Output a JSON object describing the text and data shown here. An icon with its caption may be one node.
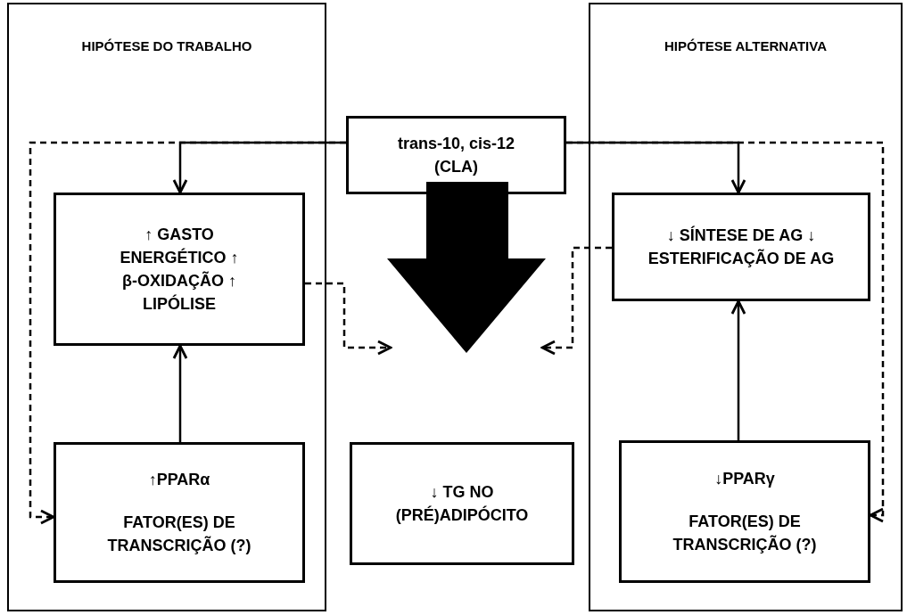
{
  "diagram": {
    "nodes": [
      {
        "text": [
          "HIPÓTESE DO TRABALHO"
        ]
      },
      {
        "text": [
          "HIPÓTESE ALTERNATIVA"
        ]
      },
      {
        "text": [
          "trans-10, cis-12 (CLA)"
        ]
      },
      {
        "text": [
          "↑ GASTO ENERGÉTICO ↑ β-OXIDAÇÃO ↑ LIPÓLISE"
        ],
        "in": 0
      },
      {
        "text": [
          "↑PPARα",
          "FATOR(ES) DE TRANSCRIÇÃO (?)"
        ],
        "in": 0
      },
      {
        "text": [
          "↓ SÍNTESE DE AG ↓ ESTERIFICAÇÃO DE AG"
        ],
        "in": 1
      },
      {
        "text": [
          "↓PPARγ",
          "FATOR(ES) DE TRANSCRIÇÃO (?)"
        ],
        "in": 1
      },
      {
        "text": [],
        "shape": "arrow"
      },
      {
        "text": [
          "↓ TG NO (PRÉ)ADIPÓCITO"
        ]
      }
    ],
    "edges": [
      {
        "from": 2,
        "to": 3,
        "arrow": "to"
      },
      {
        "from": 2,
        "to": 5,
        "arrow": "to"
      },
      {
        "from": 2,
        "to": 4,
        "arrow": "to",
        "style": "dashed"
      },
      {
        "from": 2,
        "to": 6,
        "arrow": "to",
        "style": "dashed"
      },
      {
        "from": 4,
        "to": 3,
        "arrow": "to"
      },
      {
        "from": 6,
        "to": 5,
        "arrow": "to"
      },
      {
        "from": 3,
        "to": 7,
        "arrow": "to",
        "style": "dashed"
      },
      {
        "from": 5,
        "to": 7,
        "arrow": "to",
        "style": "dashed"
      }
    ]
  }
}
